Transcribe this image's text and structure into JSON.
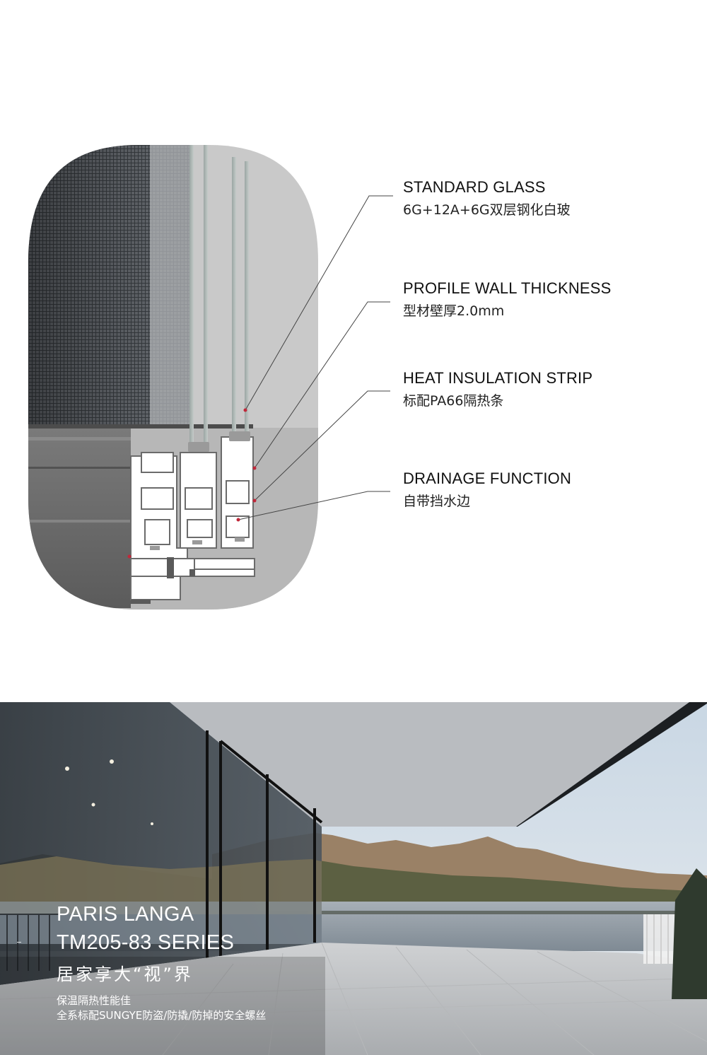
{
  "specs": [
    {
      "title": "STANDARD GLASS",
      "desc": "6G+12A+6G双层钢化白玻"
    },
    {
      "title": "PROFILE WALL THICKNESS",
      "desc": "型材壁厚2.0mm"
    },
    {
      "title": "HEAT INSULATION STRIP",
      "desc": "标配PA66隔热条"
    },
    {
      "title": "DRAINAGE FUNCTION",
      "desc": "自带挡水边"
    }
  ],
  "banner": {
    "brand_line1": "PARIS LANGA",
    "brand_line2": "TM205-83 SERIES",
    "slogan": "居家享大“视”界",
    "features": [
      "保温隔热性能佳",
      "全系标配SUNGYE防盗/防撬/防掉的安全螺丝"
    ]
  },
  "colors": {
    "frame": "#6e6e6e",
    "capsule_bg": "#c9c9c9",
    "leader_dot": "#c0283a",
    "ceiling": "#b9bcc0",
    "water": "#8d98a3"
  }
}
